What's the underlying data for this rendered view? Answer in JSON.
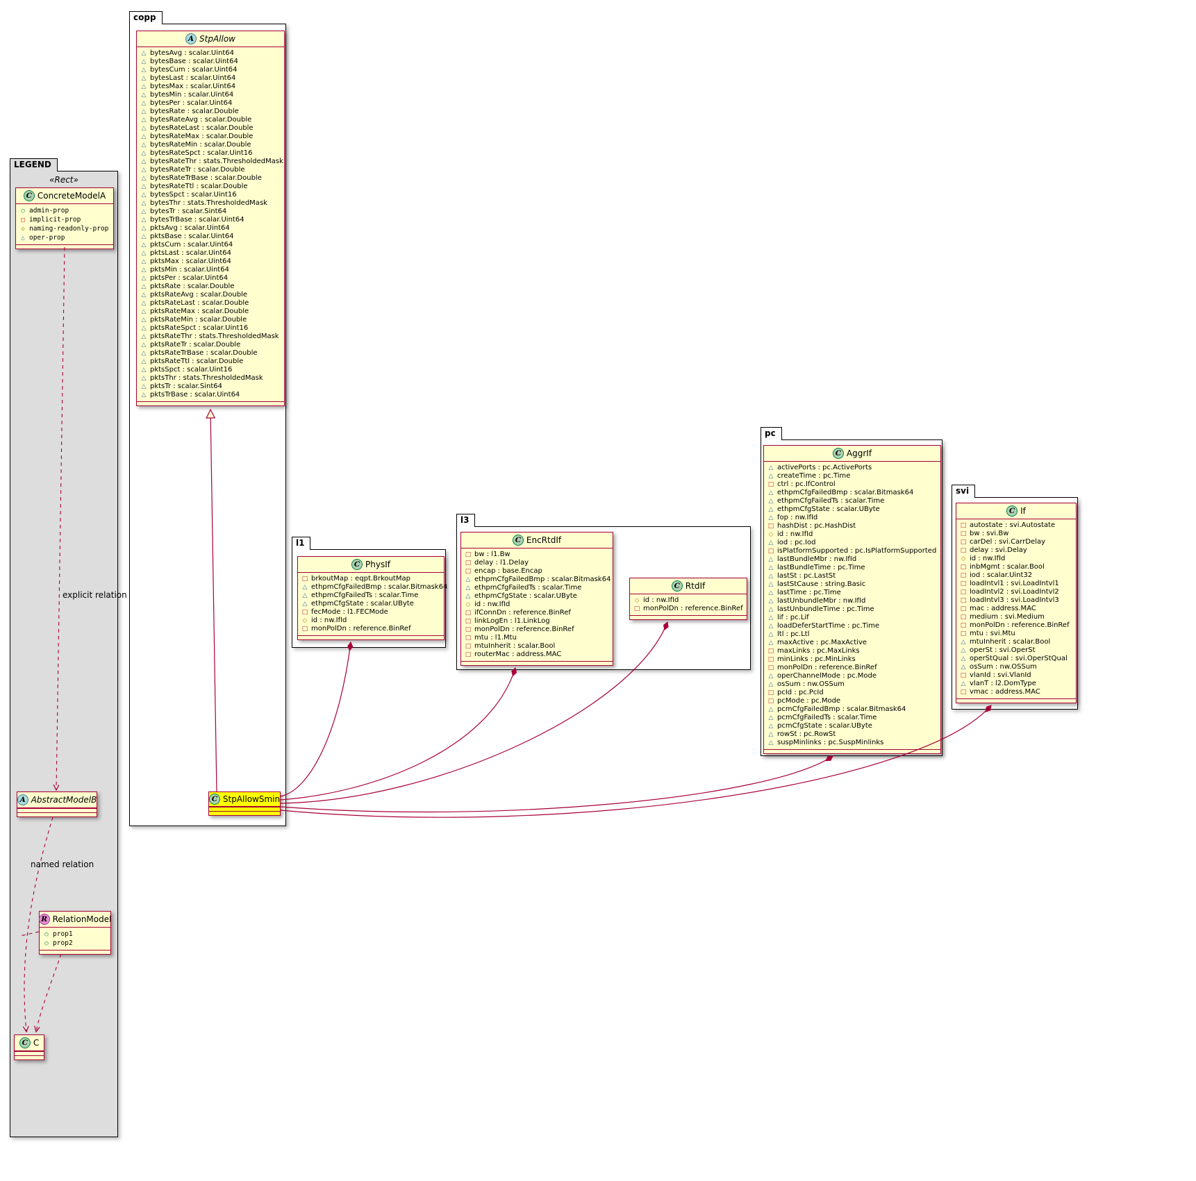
{
  "colors": {
    "class_bg": "#FEFECE",
    "class_border": "#A80036",
    "highlight_bg": "#FFFF00",
    "legend_pkg_bg": "#DDDDDD",
    "relation_color": "#A80036"
  },
  "packages": {
    "legend": {
      "label": "LEGEND",
      "stereotype": "«Rect»"
    },
    "copp": {
      "label": "copp"
    },
    "l1": {
      "label": "l1"
    },
    "l3": {
      "label": "l3"
    },
    "pc": {
      "label": "pc"
    },
    "svi": {
      "label": "svi"
    }
  },
  "relations": {
    "explicit_label": "explicit relation",
    "named_label": "named relation"
  },
  "classes": {
    "concretemodela": {
      "name": "ConcreteModelA",
      "badge": "C",
      "members": [
        {
          "icon": "circle",
          "text": "admin-prop"
        },
        {
          "icon": "square",
          "text": "implicit-prop"
        },
        {
          "icon": "diamond",
          "text": "naming-readonly-prop"
        },
        {
          "icon": "triangle",
          "text": "oper-prop"
        }
      ]
    },
    "abstractmodelb": {
      "name": "AbstractModelB",
      "badge": "A",
      "members": []
    },
    "relationmodel": {
      "name": "RelationModel",
      "badge": "R",
      "members": [
        {
          "icon": "circle",
          "text": "prop1"
        },
        {
          "icon": "circle",
          "text": "prop2"
        }
      ]
    },
    "cclass": {
      "name": "C",
      "badge": "C",
      "members": []
    },
    "stpallow": {
      "name": "StpAllow",
      "badge": "A",
      "members": [
        {
          "icon": "triangle",
          "text": "bytesAvg : scalar.Uint64"
        },
        {
          "icon": "triangle",
          "text": "bytesBase : scalar.Uint64"
        },
        {
          "icon": "triangle",
          "text": "bytesCum : scalar.Uint64"
        },
        {
          "icon": "triangle",
          "text": "bytesLast : scalar.Uint64"
        },
        {
          "icon": "triangle",
          "text": "bytesMax : scalar.Uint64"
        },
        {
          "icon": "triangle",
          "text": "bytesMin : scalar.Uint64"
        },
        {
          "icon": "triangle",
          "text": "bytesPer : scalar.Uint64"
        },
        {
          "icon": "triangle",
          "text": "bytesRate : scalar.Double"
        },
        {
          "icon": "triangle",
          "text": "bytesRateAvg : scalar.Double"
        },
        {
          "icon": "triangle",
          "text": "bytesRateLast : scalar.Double"
        },
        {
          "icon": "triangle",
          "text": "bytesRateMax : scalar.Double"
        },
        {
          "icon": "triangle",
          "text": "bytesRateMin : scalar.Double"
        },
        {
          "icon": "triangle",
          "text": "bytesRateSpct : scalar.Uint16"
        },
        {
          "icon": "triangle",
          "text": "bytesRateThr : stats.ThresholdedMask"
        },
        {
          "icon": "triangle",
          "text": "bytesRateTr : scalar.Double"
        },
        {
          "icon": "triangle",
          "text": "bytesRateTrBase : scalar.Double"
        },
        {
          "icon": "triangle",
          "text": "bytesRateTtl : scalar.Double"
        },
        {
          "icon": "triangle",
          "text": "bytesSpct : scalar.Uint16"
        },
        {
          "icon": "triangle",
          "text": "bytesThr : stats.ThresholdedMask"
        },
        {
          "icon": "triangle",
          "text": "bytesTr : scalar.Sint64"
        },
        {
          "icon": "triangle",
          "text": "bytesTrBase : scalar.Uint64"
        },
        {
          "icon": "triangle",
          "text": "pktsAvg : scalar.Uint64"
        },
        {
          "icon": "triangle",
          "text": "pktsBase : scalar.Uint64"
        },
        {
          "icon": "triangle",
          "text": "pktsCum : scalar.Uint64"
        },
        {
          "icon": "triangle",
          "text": "pktsLast : scalar.Uint64"
        },
        {
          "icon": "triangle",
          "text": "pktsMax : scalar.Uint64"
        },
        {
          "icon": "triangle",
          "text": "pktsMin : scalar.Uint64"
        },
        {
          "icon": "triangle",
          "text": "pktsPer : scalar.Uint64"
        },
        {
          "icon": "triangle",
          "text": "pktsRate : scalar.Double"
        },
        {
          "icon": "triangle",
          "text": "pktsRateAvg : scalar.Double"
        },
        {
          "icon": "triangle",
          "text": "pktsRateLast : scalar.Double"
        },
        {
          "icon": "triangle",
          "text": "pktsRateMax : scalar.Double"
        },
        {
          "icon": "triangle",
          "text": "pktsRateMin : scalar.Double"
        },
        {
          "icon": "triangle",
          "text": "pktsRateSpct : scalar.Uint16"
        },
        {
          "icon": "triangle",
          "text": "pktsRateThr : stats.ThresholdedMask"
        },
        {
          "icon": "triangle",
          "text": "pktsRateTr : scalar.Double"
        },
        {
          "icon": "triangle",
          "text": "pktsRateTrBase : scalar.Double"
        },
        {
          "icon": "triangle",
          "text": "pktsRateTtl : scalar.Double"
        },
        {
          "icon": "triangle",
          "text": "pktsSpct : scalar.Uint16"
        },
        {
          "icon": "triangle",
          "text": "pktsThr : stats.ThresholdedMask"
        },
        {
          "icon": "triangle",
          "text": "pktsTr : scalar.Sint64"
        },
        {
          "icon": "triangle",
          "text": "pktsTrBase : scalar.Uint64"
        }
      ]
    },
    "stpallowsmin": {
      "name": "StpAllowSmin",
      "badge": "C",
      "members": []
    },
    "physif": {
      "name": "PhysIf",
      "badge": "C",
      "members": [
        {
          "icon": "square",
          "text": "brkoutMap : eqpt.BrkoutMap"
        },
        {
          "icon": "triangle",
          "text": "ethpmCfgFailedBmp : scalar.Bitmask64"
        },
        {
          "icon": "triangle",
          "text": "ethpmCfgFailedTs : scalar.Time"
        },
        {
          "icon": "triangle",
          "text": "ethpmCfgState : scalar.UByte"
        },
        {
          "icon": "square",
          "text": "fecMode : l1.FECMode"
        },
        {
          "icon": "diamond",
          "text": "id : nw.IfId"
        },
        {
          "icon": "square",
          "text": "monPolDn : reference.BinRef"
        }
      ]
    },
    "encrtdif": {
      "name": "EncRtdIf",
      "badge": "C",
      "members": [
        {
          "icon": "square",
          "text": "bw : l1.Bw"
        },
        {
          "icon": "square",
          "text": "delay : l1.Delay"
        },
        {
          "icon": "square",
          "text": "encap : base.Encap"
        },
        {
          "icon": "triangle",
          "text": "ethpmCfgFailedBmp : scalar.Bitmask64"
        },
        {
          "icon": "triangle",
          "text": "ethpmCfgFailedTs : scalar.Time"
        },
        {
          "icon": "triangle",
          "text": "ethpmCfgState : scalar.UByte"
        },
        {
          "icon": "diamond",
          "text": "id : nw.IfId"
        },
        {
          "icon": "square",
          "text": "ifConnDn : reference.BinRef"
        },
        {
          "icon": "square",
          "text": "linkLogEn : l1.LinkLog"
        },
        {
          "icon": "square",
          "text": "monPolDn : reference.BinRef"
        },
        {
          "icon": "square",
          "text": "mtu : l1.Mtu"
        },
        {
          "icon": "square",
          "text": "mtuInherit : scalar.Bool"
        },
        {
          "icon": "square",
          "text": "routerMac : address.MAC"
        }
      ]
    },
    "rtdif": {
      "name": "RtdIf",
      "badge": "C",
      "members": [
        {
          "icon": "diamond",
          "text": "id : nw.IfId"
        },
        {
          "icon": "square",
          "text": "monPolDn : reference.BinRef"
        }
      ]
    },
    "aggrif": {
      "name": "AggrIf",
      "badge": "C",
      "members": [
        {
          "icon": "triangle",
          "text": "activePorts : pc.ActivePorts"
        },
        {
          "icon": "triangle",
          "text": "createTime : pc.Time"
        },
        {
          "icon": "square",
          "text": "ctrl : pc.IfControl"
        },
        {
          "icon": "triangle",
          "text": "ethpmCfgFailedBmp : scalar.Bitmask64"
        },
        {
          "icon": "triangle",
          "text": "ethpmCfgFailedTs : scalar.Time"
        },
        {
          "icon": "triangle",
          "text": "ethpmCfgState : scalar.UByte"
        },
        {
          "icon": "triangle",
          "text": "fop : nw.IfId"
        },
        {
          "icon": "square",
          "text": "hashDist : pc.HashDist"
        },
        {
          "icon": "diamond",
          "text": "id : nw.IfId"
        },
        {
          "icon": "triangle",
          "text": "iod : pc.Iod"
        },
        {
          "icon": "square",
          "text": "isPlatformSupported : pc.IsPlatformSupported"
        },
        {
          "icon": "triangle",
          "text": "lastBundleMbr : nw.IfId"
        },
        {
          "icon": "triangle",
          "text": "lastBundleTime : pc.Time"
        },
        {
          "icon": "triangle",
          "text": "lastSt : pc.LastSt"
        },
        {
          "icon": "triangle",
          "text": "lastStCause : string.Basic"
        },
        {
          "icon": "triangle",
          "text": "lastTime : pc.Time"
        },
        {
          "icon": "triangle",
          "text": "lastUnbundleMbr : nw.IfId"
        },
        {
          "icon": "triangle",
          "text": "lastUnbundleTime : pc.Time"
        },
        {
          "icon": "triangle",
          "text": "lif : pc.Lif"
        },
        {
          "icon": "triangle",
          "text": "loadDeferStartTime : pc.Time"
        },
        {
          "icon": "triangle",
          "text": "ltl : pc.Ltl"
        },
        {
          "icon": "triangle",
          "text": "maxActive : pc.MaxActive"
        },
        {
          "icon": "square",
          "text": "maxLinks : pc.MaxLinks"
        },
        {
          "icon": "square",
          "text": "minLinks : pc.MinLinks"
        },
        {
          "icon": "square",
          "text": "monPolDn : reference.BinRef"
        },
        {
          "icon": "triangle",
          "text": "operChannelMode : pc.Mode"
        },
        {
          "icon": "triangle",
          "text": "osSum : nw.OSSum"
        },
        {
          "icon": "square",
          "text": "pcId : pc.PcId"
        },
        {
          "icon": "square",
          "text": "pcMode : pc.Mode"
        },
        {
          "icon": "triangle",
          "text": "pcmCfgFailedBmp : scalar.Bitmask64"
        },
        {
          "icon": "triangle",
          "text": "pcmCfgFailedTs : scalar.Time"
        },
        {
          "icon": "triangle",
          "text": "pcmCfgState : scalar.UByte"
        },
        {
          "icon": "triangle",
          "text": "rowSt : pc.RowSt"
        },
        {
          "icon": "triangle",
          "text": "suspMinlinks : pc.SuspMinlinks"
        }
      ]
    },
    "sviif": {
      "name": "If",
      "badge": "C",
      "members": [
        {
          "icon": "square",
          "text": "autostate : svi.Autostate"
        },
        {
          "icon": "square",
          "text": "bw : svi.Bw"
        },
        {
          "icon": "square",
          "text": "carDel : svi.CarrDelay"
        },
        {
          "icon": "square",
          "text": "delay : svi.Delay"
        },
        {
          "icon": "diamond",
          "text": "id : nw.IfId"
        },
        {
          "icon": "square",
          "text": "inbMgmt : scalar.Bool"
        },
        {
          "icon": "square",
          "text": "iod : scalar.Uint32"
        },
        {
          "icon": "square",
          "text": "loadIntvl1 : svi.LoadIntvl1"
        },
        {
          "icon": "square",
          "text": "loadIntvl2 : svi.LoadIntvl2"
        },
        {
          "icon": "square",
          "text": "loadIntvl3 : svi.LoadIntvl3"
        },
        {
          "icon": "square",
          "text": "mac : address.MAC"
        },
        {
          "icon": "square",
          "text": "medium : svi.Medium"
        },
        {
          "icon": "square",
          "text": "monPolDn : reference.BinRef"
        },
        {
          "icon": "square",
          "text": "mtu : svi.Mtu"
        },
        {
          "icon": "triangle",
          "text": "mtuInherit : scalar.Bool"
        },
        {
          "icon": "triangle",
          "text": "operSt : svi.OperSt"
        },
        {
          "icon": "triangle",
          "text": "operStQual : svi.OperStQual"
        },
        {
          "icon": "triangle",
          "text": "osSum : nw.OSSum"
        },
        {
          "icon": "square",
          "text": "vlanId : svi.VlanId"
        },
        {
          "icon": "triangle",
          "text": "vlanT : l2.DomType"
        },
        {
          "icon": "square",
          "text": "vmac : address.MAC"
        }
      ]
    }
  }
}
